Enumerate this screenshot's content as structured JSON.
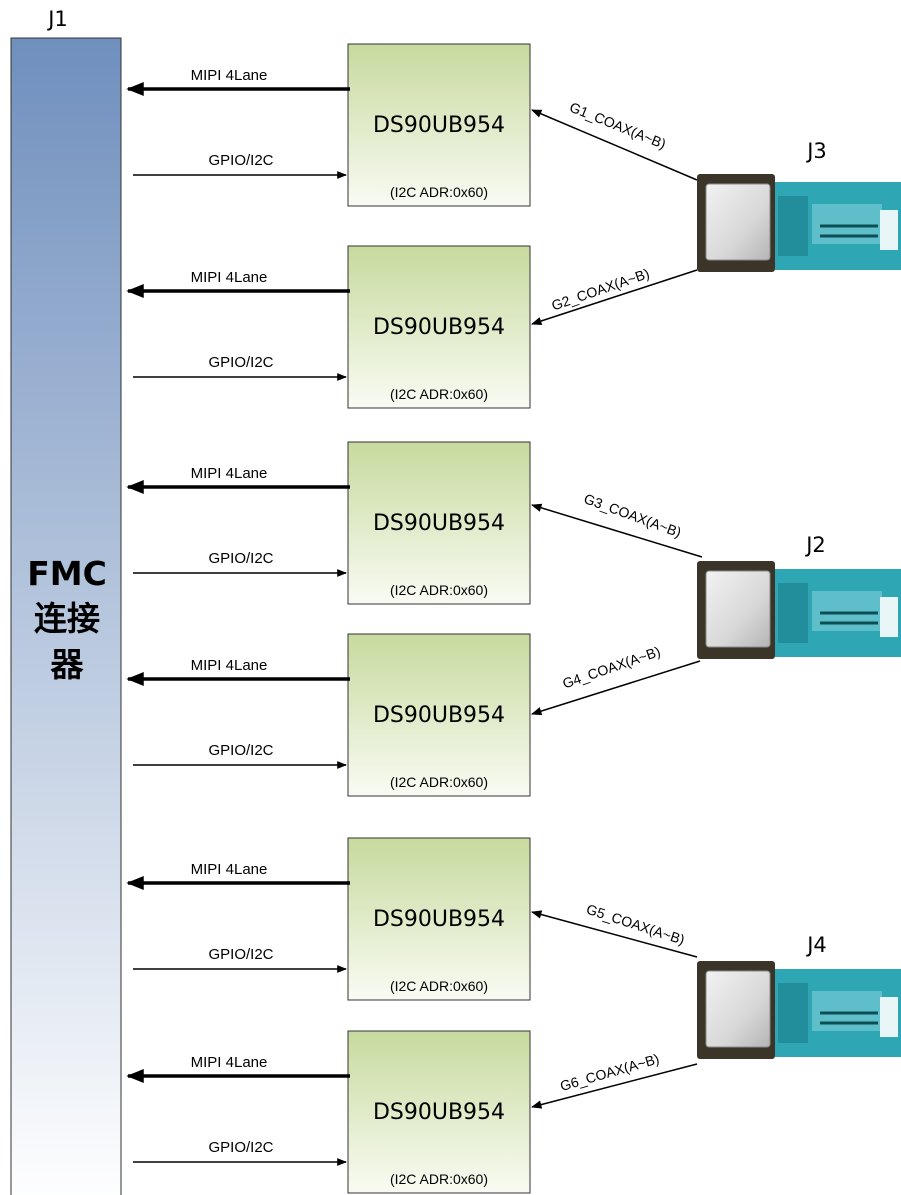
{
  "fmc_connector": {
    "ref": "J1",
    "label_lines": [
      "FMC",
      "连接",
      "器"
    ]
  },
  "deserializers": [
    {
      "name": "DS90UB954",
      "address": "(I2C ADR:0x60)",
      "mipi_label": "MIPI 4Lane",
      "gpio_label": "GPIO/I2C",
      "coax_label": "G1_COAX(A~B)"
    },
    {
      "name": "DS90UB954",
      "address": "(I2C ADR:0x60)",
      "mipi_label": "MIPI 4Lane",
      "gpio_label": "GPIO/I2C",
      "coax_label": "G2_COAX(A~B)"
    },
    {
      "name": "DS90UB954",
      "address": "(I2C ADR:0x60)",
      "mipi_label": "MIPI 4Lane",
      "gpio_label": "GPIO/I2C",
      "coax_label": "G3_COAX(A~B)"
    },
    {
      "name": "DS90UB954",
      "address": "(I2C ADR:0x60)",
      "mipi_label": "MIPI 4Lane",
      "gpio_label": "GPIO/I2C",
      "coax_label": "G4_COAX(A~B)"
    },
    {
      "name": "DS90UB954",
      "address": "(I2C ADR:0x60)",
      "mipi_label": "MIPI 4Lane",
      "gpio_label": "GPIO/I2C",
      "coax_label": "G5_COAX(A~B)"
    },
    {
      "name": "DS90UB954",
      "address": "(I2C ADR:0x60)",
      "mipi_label": "MIPI 4Lane",
      "gpio_label": "GPIO/I2C",
      "coax_label": "G6_COAX(A~B)"
    }
  ],
  "coax_connectors": [
    {
      "ref": "J3",
      "feeds": [
        "G1_COAX(A~B)",
        "G2_COAX(A~B)"
      ]
    },
    {
      "ref": "J2",
      "feeds": [
        "G3_COAX(A~B)",
        "G4_COAX(A~B)"
      ]
    },
    {
      "ref": "J4",
      "feeds": [
        "G5_COAX(A~B)",
        "G6_COAX(A~B)"
      ]
    }
  ],
  "colors": {
    "fmc_top": "#6f8fbd",
    "fmc_bottom": "#ffffff",
    "chip_top": "#c7da9e",
    "chip_bottom": "#f9fbf3",
    "connector_teal": "#2fa6b4",
    "connector_teal_dark": "#1a7a86",
    "connector_housing": "#d9d9d9",
    "connector_shell": "#3a3528"
  }
}
